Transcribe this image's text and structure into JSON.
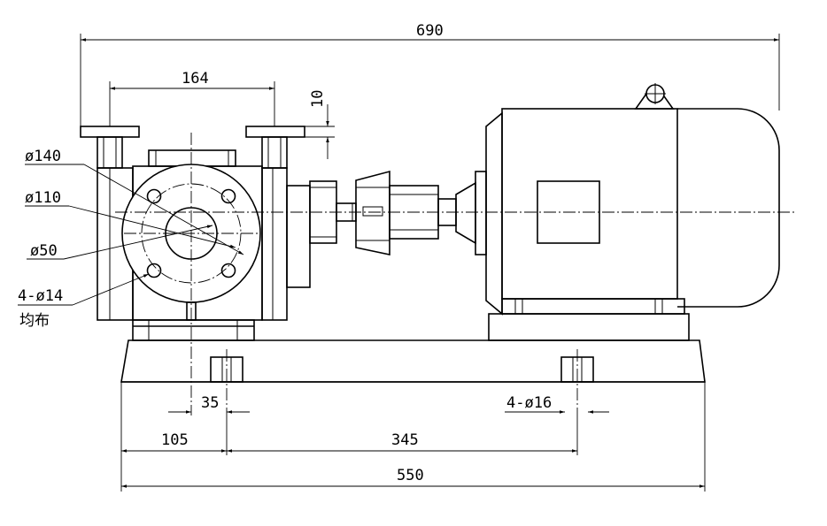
{
  "dimensions": {
    "overall_length": "690",
    "flange_spacing": "164",
    "flange_thickness": "10",
    "outer_diameter": "ø140",
    "bolt_circle_diameter": "ø110",
    "bore_diameter": "ø50",
    "flange_holes": "4-ø14",
    "flange_holes_note": "均布",
    "left_edge_offset": "35",
    "anchor_holes": "4-ø16",
    "base_left_offset": "105",
    "anchor_spacing": "345",
    "base_length": "550"
  }
}
